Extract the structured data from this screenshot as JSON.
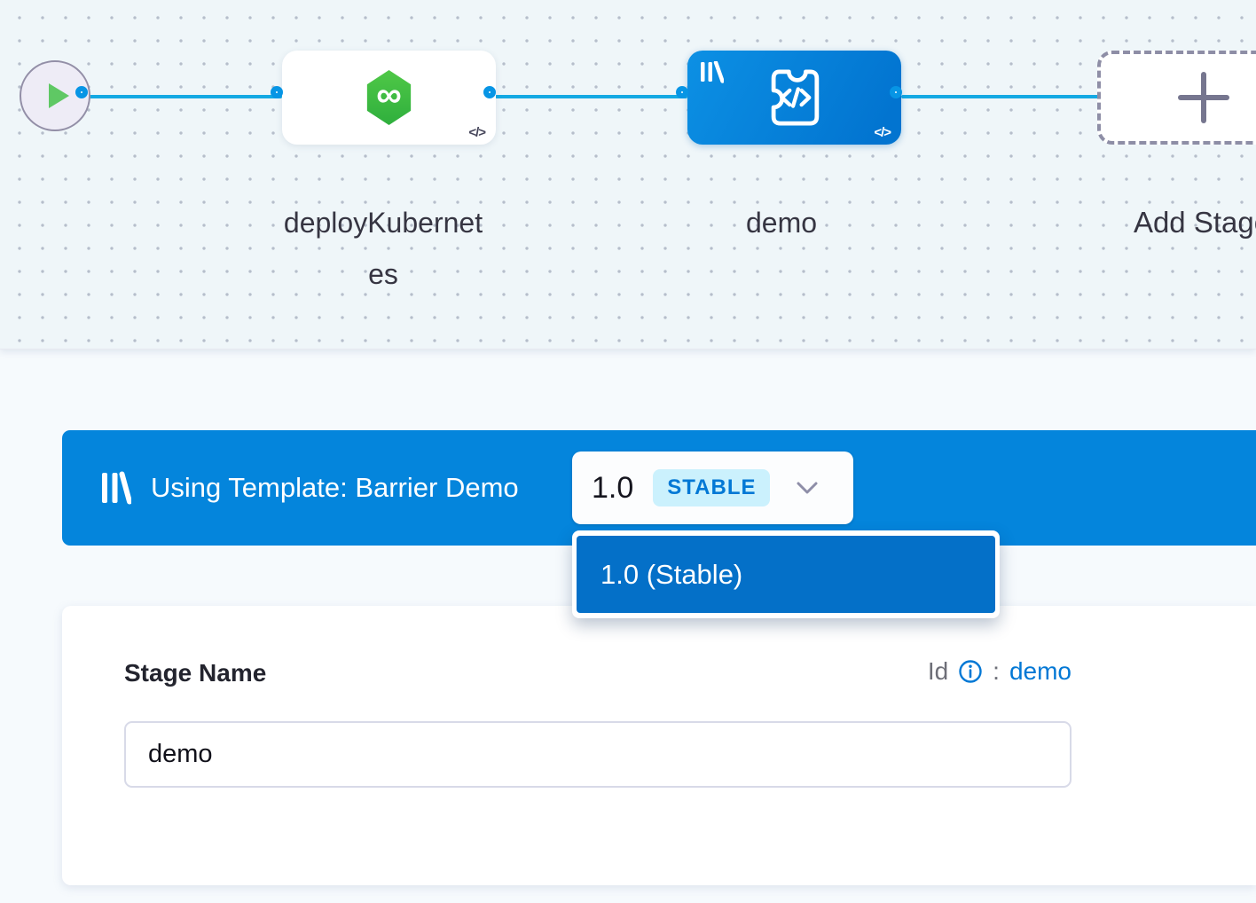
{
  "canvas": {
    "nodes": [
      {
        "label": "deployKubernetes"
      },
      {
        "label": "demo"
      },
      {
        "label": "Add Stage"
      }
    ],
    "code_glyph": "</>",
    "infinity_glyph": "∞",
    "plus_glyph": "+"
  },
  "banner": {
    "text": "Using Template: Barrier Demo",
    "version": "1.0",
    "badge": "STABLE"
  },
  "dropdown": {
    "items": [
      {
        "label": "1.0 (Stable)"
      }
    ]
  },
  "form": {
    "stage_name_label": "Stage Name",
    "id_label": "Id",
    "id_colon": ":",
    "id_value": "demo",
    "name_value": "demo"
  },
  "colors": {
    "banner_blue": "#0485DC",
    "menu_item_blue": "#0470C8",
    "edge_blue": "#14A9E3",
    "badge_bg": "#CBF1FD",
    "badge_text": "#0278D5",
    "k8s_green": "#3FBC42",
    "link_blue": "#0278D5"
  }
}
